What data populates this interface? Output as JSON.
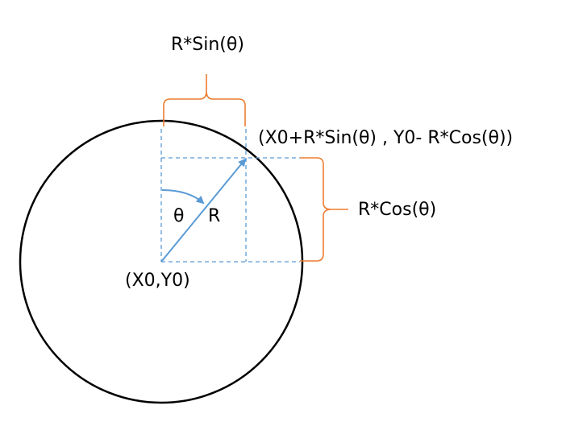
{
  "labels": {
    "sin_label": "R*Sin(θ)",
    "cos_label": "R*Cos(θ)",
    "point_label": "(X0+R*Sin(θ) , Y0- R*Cos(θ))",
    "theta_symbol": "θ",
    "radius_symbol": "R",
    "center_label": "(X0,Y0)"
  },
  "colors": {
    "circle": "#000000",
    "radius_arrow": "#5b9bd5",
    "dashed_lines": "#5b9bd5",
    "braces": "#ed7d31",
    "text": "#000000"
  }
}
